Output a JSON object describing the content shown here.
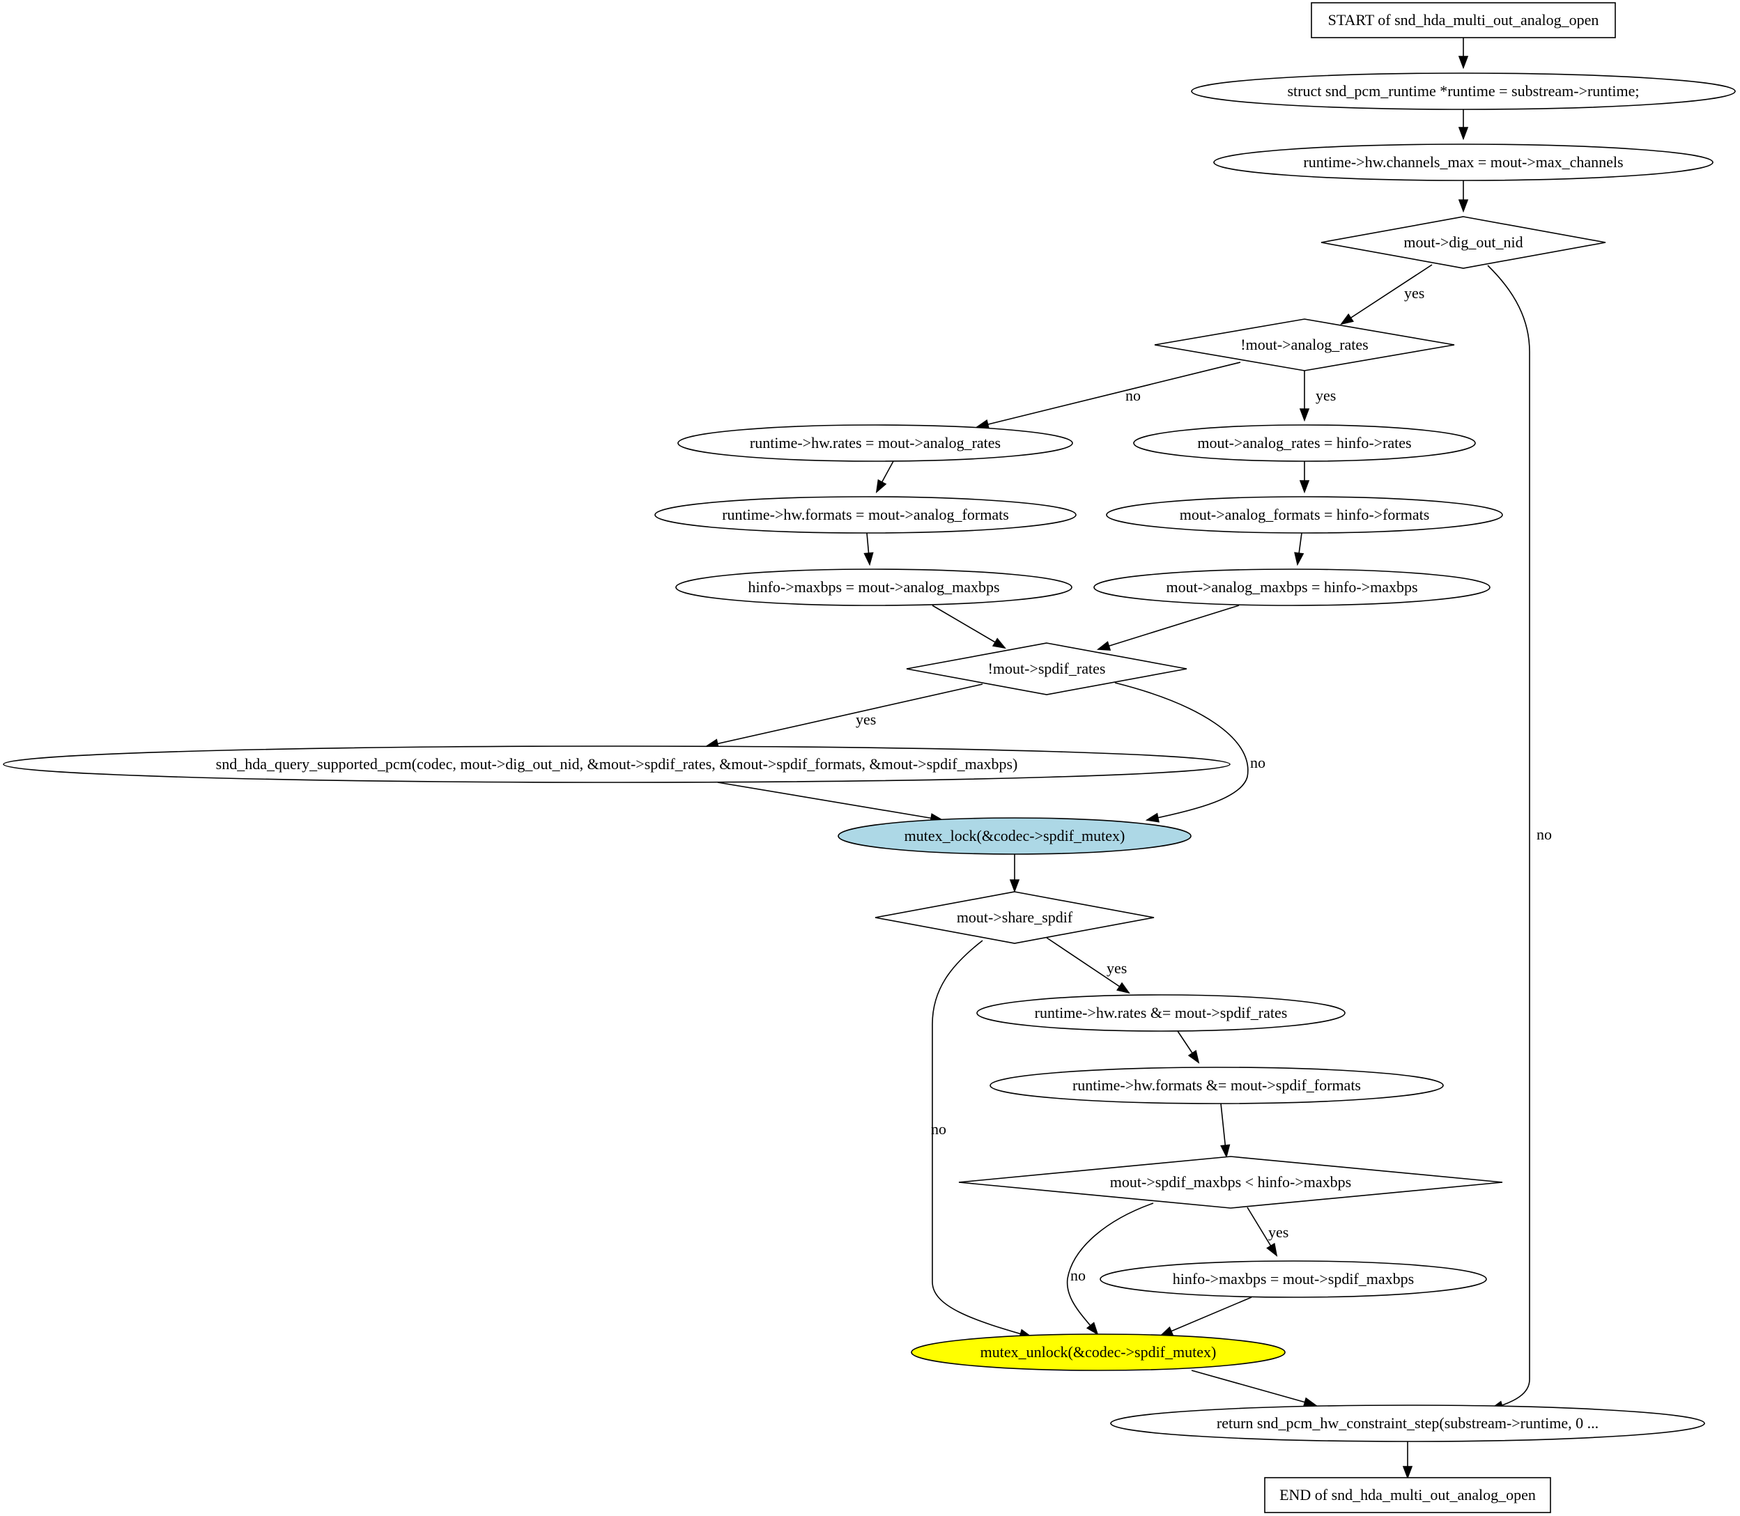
{
  "nodes": [
    {
      "id": "start",
      "shape": "box",
      "label": "START of snd_hda_multi_out_analog_open",
      "fill": "#ffffff"
    },
    {
      "id": "runtime",
      "shape": "ellipse",
      "label": "struct snd_pcm_runtime *runtime = substream->runtime;",
      "fill": "#ffffff"
    },
    {
      "id": "chmax",
      "shape": "ellipse",
      "label": "runtime->hw.channels_max = mout->max_channels",
      "fill": "#ffffff"
    },
    {
      "id": "dig",
      "shape": "diamond",
      "label": "mout->dig_out_nid",
      "fill": "#ffffff"
    },
    {
      "id": "anrates",
      "shape": "diamond",
      "label": "!mout->analog_rates",
      "fill": "#ffffff"
    },
    {
      "id": "hwrates",
      "shape": "ellipse",
      "label": "runtime->hw.rates = mout->analog_rates",
      "fill": "#ffffff"
    },
    {
      "id": "setrates",
      "shape": "ellipse",
      "label": "mout->analog_rates = hinfo->rates",
      "fill": "#ffffff"
    },
    {
      "id": "hwformats",
      "shape": "ellipse",
      "label": "runtime->hw.formats = mout->analog_formats",
      "fill": "#ffffff"
    },
    {
      "id": "setformats",
      "shape": "ellipse",
      "label": "mout->analog_formats = hinfo->formats",
      "fill": "#ffffff"
    },
    {
      "id": "hinfomax",
      "shape": "ellipse",
      "label": "hinfo->maxbps = mout->analog_maxbps",
      "fill": "#ffffff"
    },
    {
      "id": "setmax",
      "shape": "ellipse",
      "label": "mout->analog_maxbps = hinfo->maxbps",
      "fill": "#ffffff"
    },
    {
      "id": "spdifrates",
      "shape": "diamond",
      "label": "!mout->spdif_rates",
      "fill": "#ffffff"
    },
    {
      "id": "query",
      "shape": "ellipse",
      "label": "snd_hda_query_supported_pcm(codec, mout->dig_out_nid, &mout->spdif_rates, &mout->spdif_formats, &mout->spdif_maxbps)",
      "fill": "#ffffff"
    },
    {
      "id": "lock",
      "shape": "ellipse",
      "label": "mutex_lock(&codec->spdif_mutex)",
      "fill": "#add8e6"
    },
    {
      "id": "share",
      "shape": "diamond",
      "label": "mout->share_spdif",
      "fill": "#ffffff"
    },
    {
      "id": "andrates",
      "shape": "ellipse",
      "label": "runtime->hw.rates &= mout->spdif_rates",
      "fill": "#ffffff"
    },
    {
      "id": "andformats",
      "shape": "ellipse",
      "label": "runtime->hw.formats &= mout->spdif_formats",
      "fill": "#ffffff"
    },
    {
      "id": "cmpmax",
      "shape": "diamond",
      "label": "mout->spdif_maxbps < hinfo->maxbps",
      "fill": "#ffffff"
    },
    {
      "id": "setspdifmax",
      "shape": "ellipse",
      "label": "hinfo->maxbps = mout->spdif_maxbps",
      "fill": "#ffffff"
    },
    {
      "id": "unlock",
      "shape": "ellipse",
      "label": "mutex_unlock(&codec->spdif_mutex)",
      "fill": "#ffff00"
    },
    {
      "id": "ret",
      "shape": "ellipse",
      "label": "return snd_pcm_hw_constraint_step(substream->runtime, 0 ...",
      "fill": "#ffffff"
    },
    {
      "id": "end",
      "shape": "box",
      "label": "END of snd_hda_multi_out_analog_open",
      "fill": "#ffffff"
    }
  ],
  "edges": [
    {
      "from": "start",
      "to": "runtime",
      "label": ""
    },
    {
      "from": "runtime",
      "to": "chmax",
      "label": ""
    },
    {
      "from": "chmax",
      "to": "dig",
      "label": ""
    },
    {
      "from": "dig",
      "to": "anrates",
      "label": "yes"
    },
    {
      "from": "dig",
      "to": "ret",
      "label": "no"
    },
    {
      "from": "anrates",
      "to": "hwrates",
      "label": "no"
    },
    {
      "from": "anrates",
      "to": "setrates",
      "label": "yes"
    },
    {
      "from": "hwrates",
      "to": "hwformats",
      "label": ""
    },
    {
      "from": "setrates",
      "to": "setformats",
      "label": ""
    },
    {
      "from": "hwformats",
      "to": "hinfomax",
      "label": ""
    },
    {
      "from": "setformats",
      "to": "setmax",
      "label": ""
    },
    {
      "from": "hinfomax",
      "to": "spdifrates",
      "label": ""
    },
    {
      "from": "setmax",
      "to": "spdifrates",
      "label": ""
    },
    {
      "from": "spdifrates",
      "to": "query",
      "label": "yes"
    },
    {
      "from": "spdifrates",
      "to": "lock",
      "label": "no"
    },
    {
      "from": "query",
      "to": "lock",
      "label": ""
    },
    {
      "from": "lock",
      "to": "share",
      "label": ""
    },
    {
      "from": "share",
      "to": "andrates",
      "label": "yes"
    },
    {
      "from": "share",
      "to": "unlock",
      "label": "no"
    },
    {
      "from": "andrates",
      "to": "andformats",
      "label": ""
    },
    {
      "from": "andformats",
      "to": "cmpmax",
      "label": ""
    },
    {
      "from": "cmpmax",
      "to": "setspdifmax",
      "label": "yes"
    },
    {
      "from": "cmpmax",
      "to": "unlock",
      "label": "no"
    },
    {
      "from": "setspdifmax",
      "to": "unlock",
      "label": ""
    },
    {
      "from": "unlock",
      "to": "ret",
      "label": ""
    },
    {
      "from": "ret",
      "to": "end",
      "label": ""
    }
  ]
}
